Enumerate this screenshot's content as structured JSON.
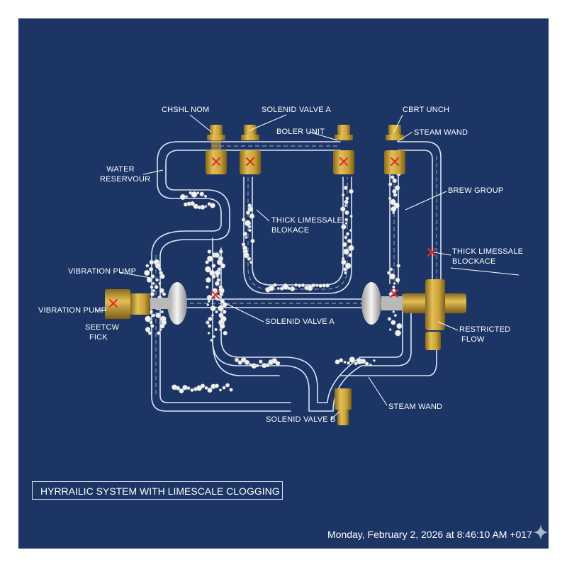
{
  "labels": {
    "chshl_nom": "CHSHL NOM",
    "solenoid_valve_a_top": "SOLENID VALVE A",
    "boler_unit": "BOLER UNIT",
    "cbrt_unch": "CBRT UNCH",
    "steam_wand_top": "STEAM WAND",
    "water_reservour_line1": "WATER",
    "water_reservour_line2": "RESERVOUR",
    "brew_group": "BREW GROUP",
    "thick_limescale_1_line1": "THICK LIMESSALE",
    "thick_limescale_1_line2": "BLOKACE",
    "thick_limescale_2_line1": "THICK LIMESSALE",
    "thick_limescale_2_line2": "BLOCKACE",
    "vibration_pump_upper": "VIBRATION PUMP",
    "vibration_pump_lower": "VIBRATION PUMP",
    "seetcw_line1": "SEETCW",
    "seetcw_line2": "FICK",
    "solenoid_valve_a_mid": "SOLENID VALVE A",
    "restricted_flow_line1": "RESTRICTED",
    "restricted_flow_line2": "FLOW",
    "steam_wand_bottom": "STEAM WAND",
    "solenoid_valve_b": "SOLENID VALVE B"
  },
  "title": "HYRRAILIC SYSTEM WITH LIMESCALE CLOGGING",
  "timestamp": "Monday, February 2, 2026 at 8:46:10 AM +017",
  "colors": {
    "background": "#1d3565",
    "pipe_outline": "#dbe4f2",
    "brass": "#c9a23a",
    "brass_dark": "#8a6a1c",
    "limescale": "#f2f2ee",
    "blockage_mark": "#e0302b"
  },
  "icons": {
    "blockage": "red-x-icon",
    "corner": "sparkle-icon"
  }
}
